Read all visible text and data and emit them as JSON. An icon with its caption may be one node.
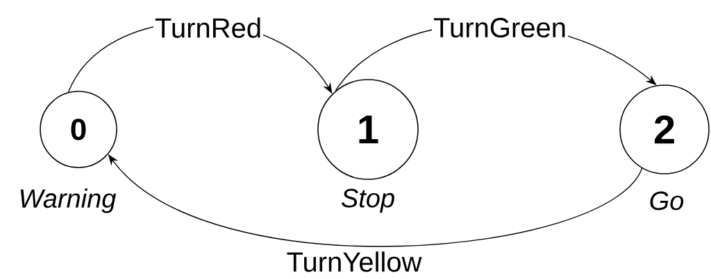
{
  "diagram": {
    "nodes": [
      {
        "text": [
          "0"
        ],
        "beside": [
          "Warning"
        ]
      },
      {
        "text": [
          "1"
        ],
        "beside": [
          "Stop"
        ]
      },
      {
        "text": [
          "2"
        ],
        "beside": [
          "Go"
        ]
      }
    ],
    "edges": [
      {
        "from": 0,
        "to": 1,
        "arrow": "to",
        "label": "TurnRed"
      },
      {
        "from": 1,
        "to": 2,
        "arrow": "to",
        "label": "TurnGreen"
      },
      {
        "from": 2,
        "to": 0,
        "arrow": "to",
        "label": "TurnYellow"
      }
    ]
  }
}
